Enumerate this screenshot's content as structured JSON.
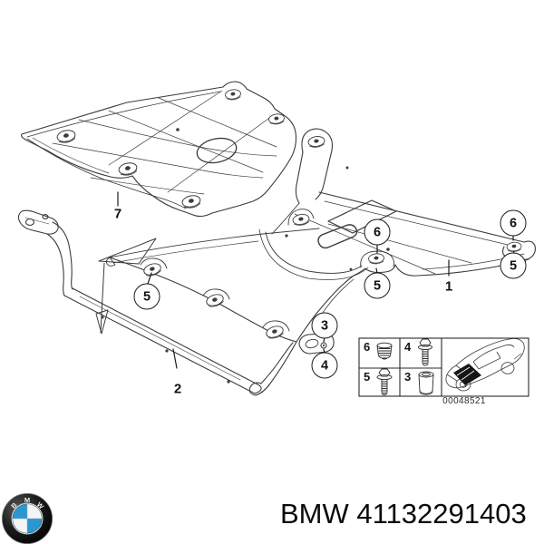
{
  "diagram": {
    "description": "BMW front underbody protection / splash shield exploded parts drawing",
    "id_code": "00048521",
    "callouts": {
      "c1": {
        "label": "1"
      },
      "c2": {
        "label": "2"
      },
      "c3": {
        "label": "3"
      },
      "c4": {
        "label": "4"
      },
      "c5_front": {
        "label": "5"
      },
      "c5_center": {
        "label": "5"
      },
      "c5_right": {
        "label": "5"
      },
      "c6_center": {
        "label": "6"
      },
      "c6_right": {
        "label": "6"
      },
      "c7": {
        "label": "7"
      }
    },
    "legend": {
      "cells": [
        {
          "label": "6",
          "icon": "expansion-rivet-icon"
        },
        {
          "label": "4",
          "icon": "flange-bolt-icon"
        },
        {
          "label": "5",
          "icon": "flange-screw-icon"
        },
        {
          "label": "3",
          "icon": "spacer-sleeve-icon"
        }
      ]
    }
  },
  "footer": {
    "brand": "BMW",
    "part_number": "41132291403",
    "logo_letters": [
      "B",
      "M",
      "W"
    ],
    "colors": {
      "roundel_blue": "#2b97cf",
      "roundel_dark": "#101010",
      "line": "#3b3b3b"
    }
  }
}
